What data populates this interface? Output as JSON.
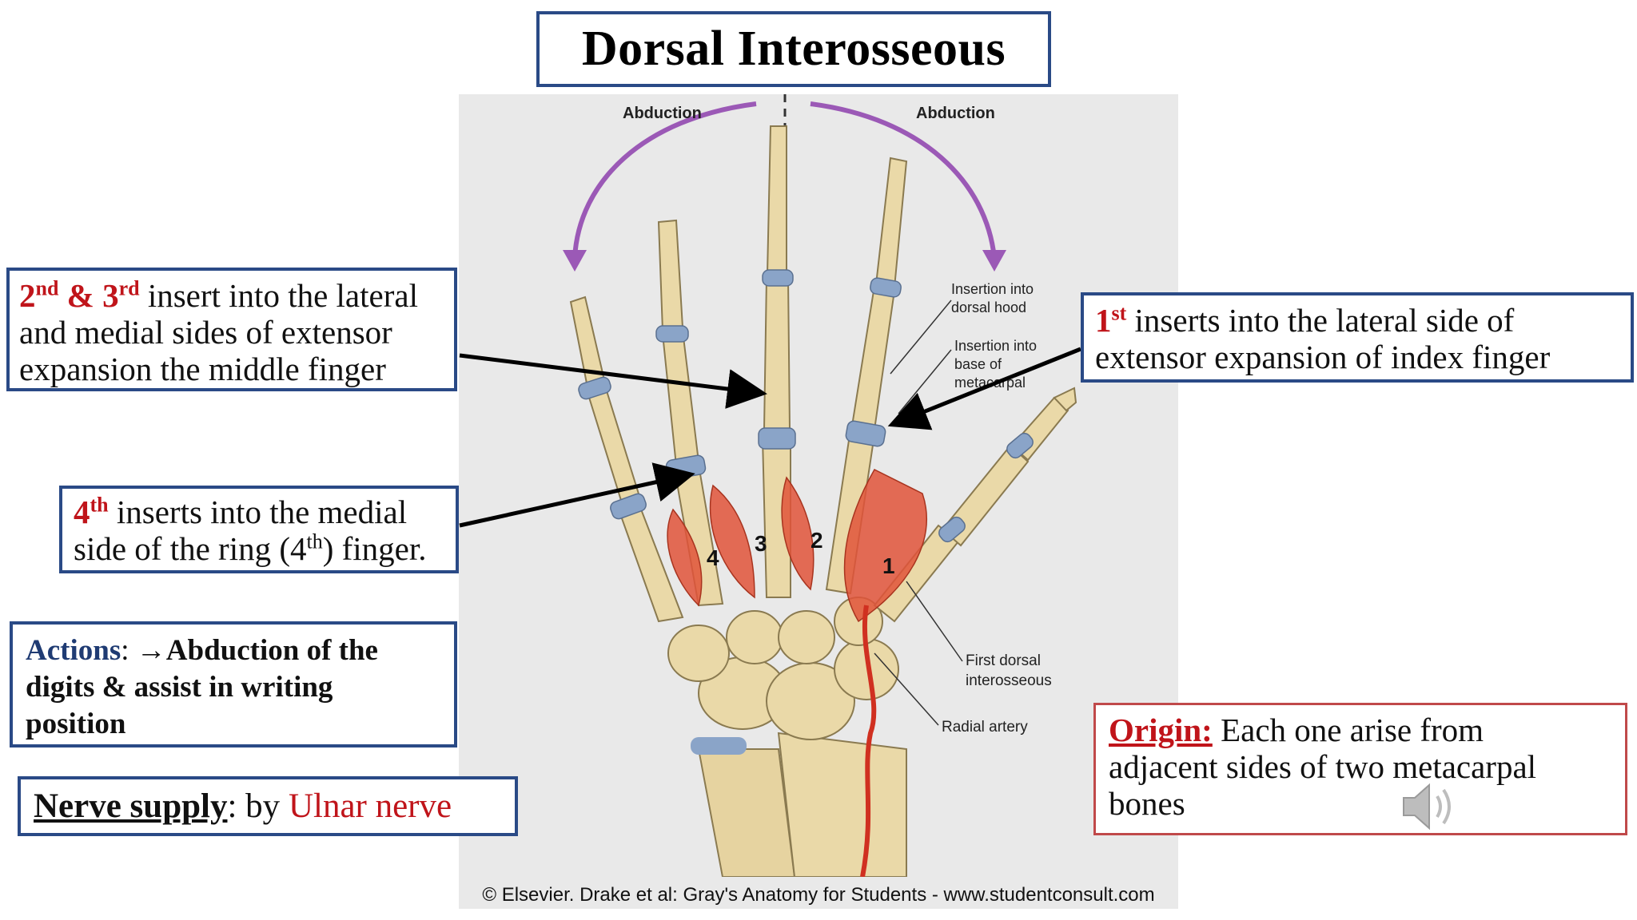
{
  "title": "Dorsal Interosseous",
  "box_2nd_3rd": {
    "ord1": "2",
    "sup1": "nd",
    "amp": " & ",
    "ord2": "3",
    "sup2": "rd",
    "line1_rest": " insert into the lateral",
    "line2": "and medial sides of extensor",
    "line3": "expansion the middle finger"
  },
  "box_1st": {
    "ord": "1",
    "sup": "st",
    "line1_rest": " inserts into the lateral side of",
    "line2": "extensor expansion of index finger"
  },
  "box_4th": {
    "ord": "4",
    "sup": "th",
    "line1_rest": " inserts into the medial",
    "line2_a": "side of the ring (4",
    "line2_sup": "th",
    "line2_b": ") finger."
  },
  "actions": {
    "label": "Actions",
    "colon": ": ",
    "text_line1": "→Abduction of the",
    "text_line2": "digits & assist in writing",
    "text_line3": "position"
  },
  "nerve": {
    "label": "Nerve supply",
    "mid": ": by ",
    "value": "Ulnar nerve"
  },
  "origin": {
    "label": "Origin:",
    "text_line1": " Each one arise from",
    "text_line2": "adjacent sides of two metacarpal",
    "text_line3": "bones"
  },
  "figure_labels": {
    "abduction_left": "Abduction",
    "abduction_right": "Abduction",
    "insertion_hood_1": "Insertion into",
    "insertion_hood_2": "dorsal hood",
    "insertion_base_1": "Insertion into",
    "insertion_base_2": "base of",
    "insertion_base_3": "metacarpal",
    "first_dorsal_1": "First dorsal",
    "first_dorsal_2": "interosseous",
    "radial_artery": "Radial artery",
    "muscle_1": "1",
    "muscle_2": "2",
    "muscle_3": "3",
    "muscle_4": "4"
  },
  "credit": "© Elsevier. Drake et al: Gray's Anatomy for Students - www.studentconsult.com",
  "colors": {
    "box_border_blue": "#2a4a86",
    "box_border_red": "#c0494a",
    "accent_red": "#c0141a",
    "actions_label": "#1f3b73",
    "abduction_arrow": "#9b59b6",
    "bone": "#ead9a8",
    "muscle": "#e0533a",
    "cartilage": "#8aa4c8"
  },
  "icons": [
    "speaker-icon"
  ]
}
